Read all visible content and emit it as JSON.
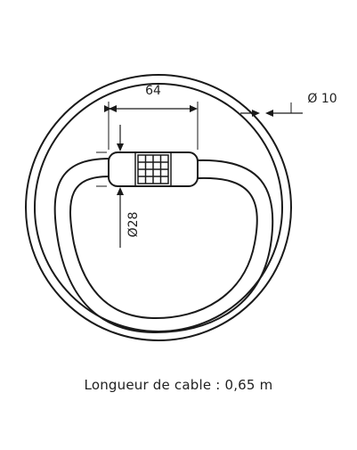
{
  "dimensions": {
    "lock_length": "64",
    "cable_diameter": "Ø 10",
    "lock_diameter": "Ø28"
  },
  "caption": "Longueur de cable : 0,65 m",
  "colors": {
    "stroke": "#1a1a1a",
    "text": "#222222",
    "background": "#ffffff"
  }
}
